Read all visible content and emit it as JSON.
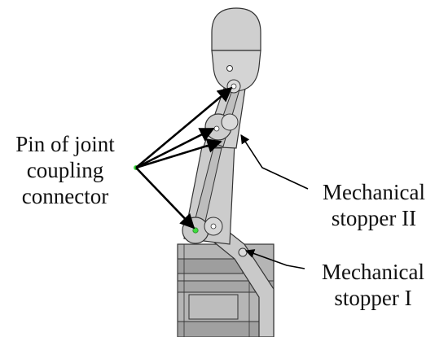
{
  "labels": {
    "pin_connector": {
      "line1": "Pin of joint",
      "line2": "coupling",
      "line3": "connector"
    },
    "stopper_2": {
      "line1": "Mechanical",
      "line2": "stopper II"
    },
    "stopper_1": {
      "line1": "Mechanical",
      "line2": "stopper I"
    }
  },
  "colors": {
    "link_fill": "#cfcfcf",
    "link_stroke": "#333333",
    "base_fill": "#b8b8b8",
    "pin_dot": "#3ddc3d",
    "arrow": "#000000",
    "background": "#ffffff"
  }
}
